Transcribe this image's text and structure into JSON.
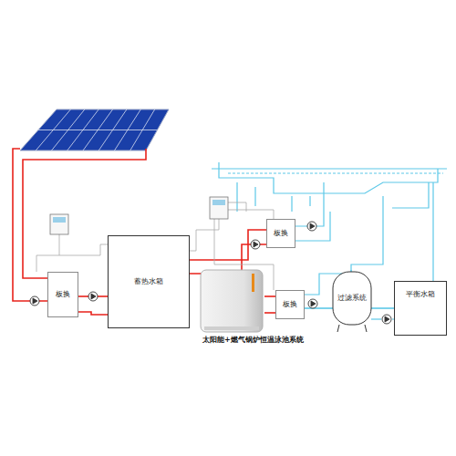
{
  "diagram": {
    "caption": "太阳能+燃气锅炉恒温泳池系统",
    "nodes": [
      {
        "text": [
          "板换"
        ]
      },
      {
        "text": [
          "蓄热水箱"
        ]
      },
      {
        "text": [
          "板换"
        ]
      },
      {
        "text": [
          "板换"
        ]
      },
      {
        "text": [
          "过滤系统"
        ]
      },
      {
        "text": [
          "平衡水箱"
        ]
      }
    ],
    "edges": [
      {
        "from": 0,
        "to": 1,
        "arrow": "none"
      },
      {
        "from": 1,
        "to": 2,
        "arrow": "none"
      },
      {
        "from": 3,
        "to": 4,
        "arrow": "none"
      },
      {
        "from": 4,
        "to": 5,
        "arrow": "none"
      }
    ]
  }
}
